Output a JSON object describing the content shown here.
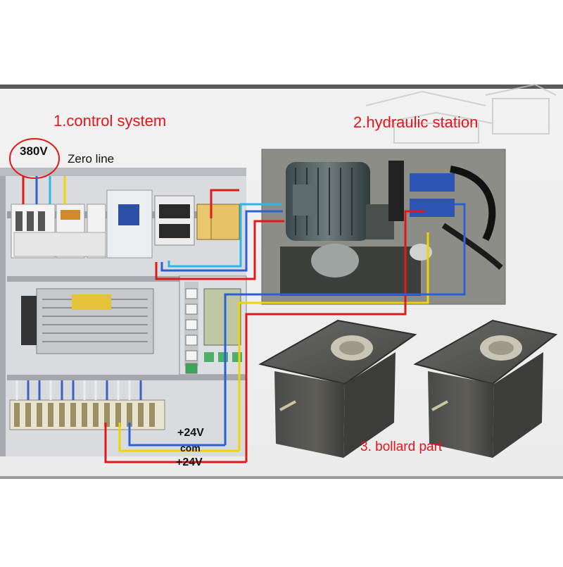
{
  "sections": {
    "control_system": "1.control system",
    "hydraulic_station": "2.hydraulic station",
    "bollard_part": "3. bollard part"
  },
  "supply": {
    "voltage": "380V",
    "zero_line": "Zero line"
  },
  "terminals": {
    "plus24_top": "+24V",
    "com": "com",
    "plus24_bottom": "+24V"
  },
  "colors": {
    "wire_red": "#e01a1a",
    "wire_blue": "#2f5fd6",
    "wire_yellow": "#f0d400",
    "wire_cyan": "#2bb8e8",
    "title_red": "#e8141a"
  }
}
